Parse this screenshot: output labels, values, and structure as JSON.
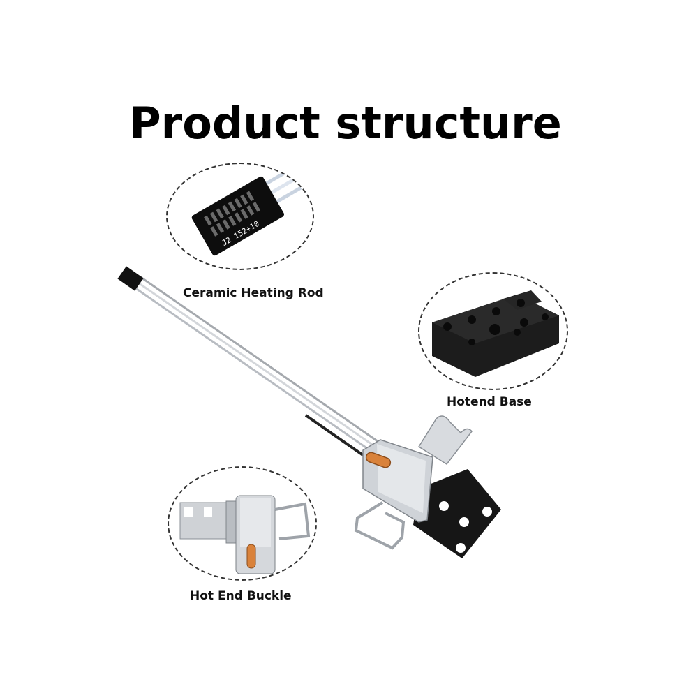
{
  "title": "Product structure",
  "callouts": {
    "heating_rod": {
      "label": "Ceramic Heating Rod",
      "connector_text": "J2 152+10"
    },
    "hotend_base": {
      "label": "Hotend Base"
    },
    "buckle": {
      "label": "Hot End Buckle"
    }
  },
  "colors": {
    "metal": "#c9cdd2",
    "black_part": "#1a1a1a",
    "copper": "#d9823b",
    "text": "#000000"
  }
}
